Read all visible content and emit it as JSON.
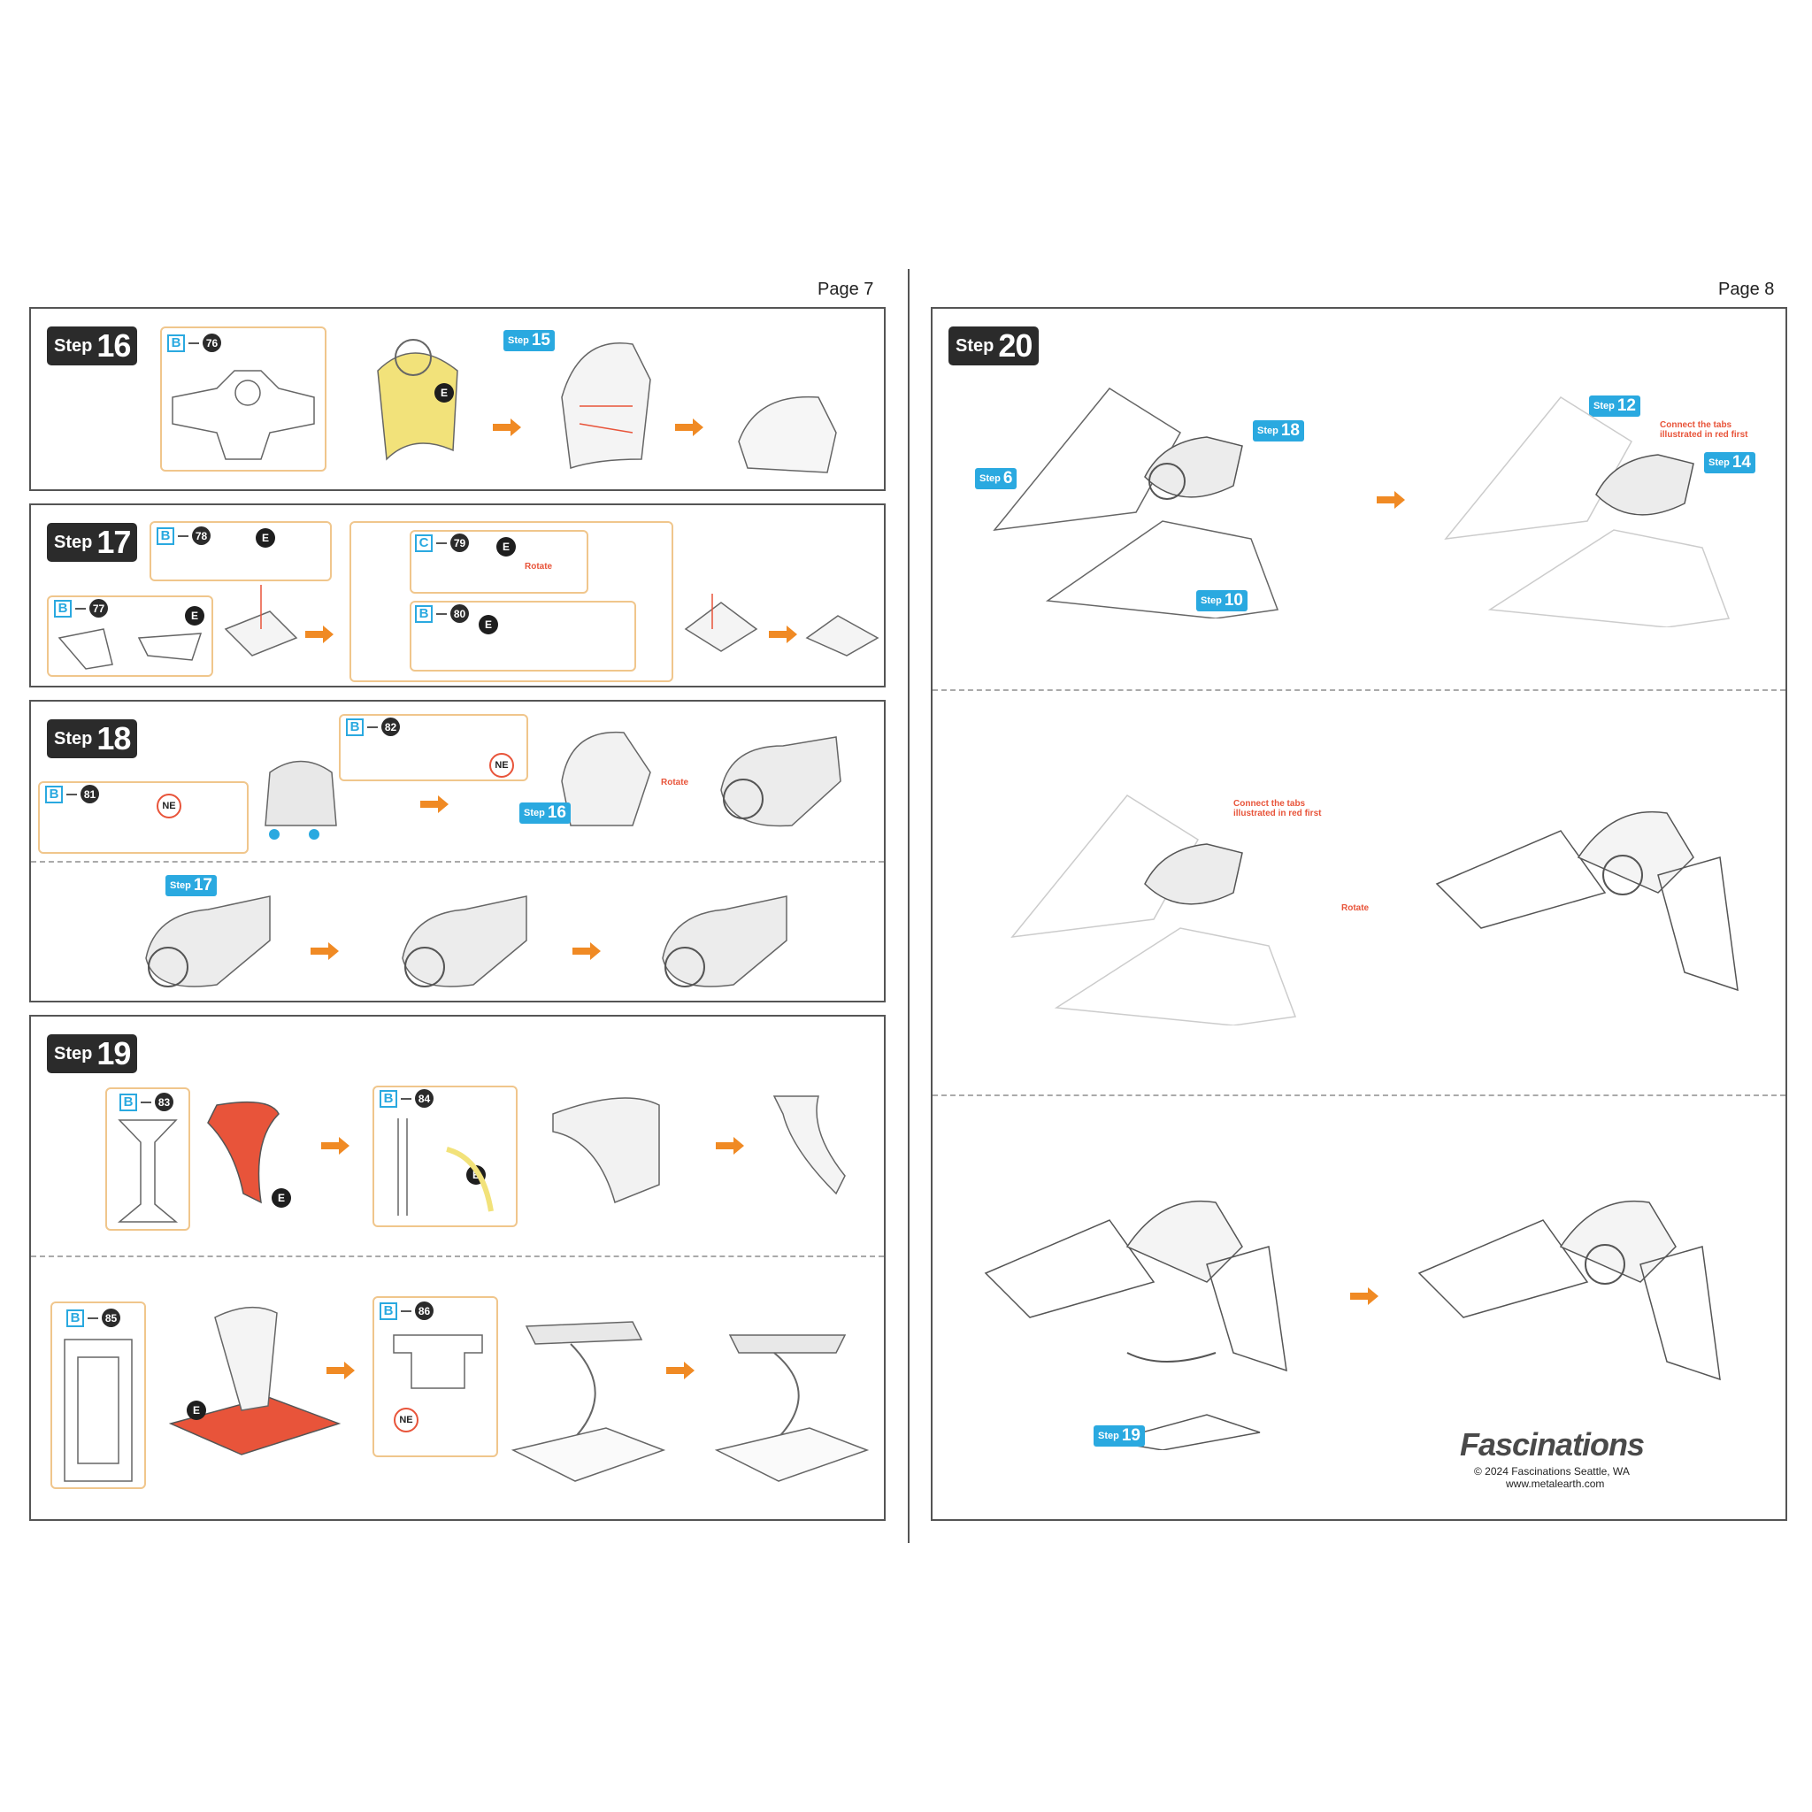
{
  "pages": {
    "left": "Page 7",
    "right": "Page 8"
  },
  "step_word": "Step",
  "steps": {
    "s16": "16",
    "s17": "17",
    "s18": "18",
    "s19": "19",
    "s20": "20"
  },
  "refs": {
    "r15": "15",
    "r16": "16",
    "r17": "17",
    "r18": "18",
    "r6": "6",
    "r10": "10",
    "r12": "12",
    "r14": "14",
    "r19": "19"
  },
  "parts": {
    "p76": "76",
    "p77": "77",
    "p78": "78",
    "p79": "79",
    "p80": "80",
    "p81": "81",
    "p82": "82",
    "p83": "83",
    "p84": "84",
    "p85": "85",
    "p86": "86"
  },
  "sheets": {
    "b": "B",
    "c": "C"
  },
  "tools": {
    "e": "E",
    "ne": "NE"
  },
  "labels": {
    "rotate": "Rotate",
    "connect_note": "Connect the tabs illustrated in red first"
  },
  "colors": {
    "accent_blue": "#2aa9e0",
    "arrow_orange": "#f08a24",
    "highlight_yellow": "#f2e27a",
    "highlight_red": "#e8543a"
  },
  "footer": {
    "brand": "Fascinations",
    "copyright": "© 2024 Fascinations Seattle, WA",
    "url": "www.metalearth.com"
  }
}
